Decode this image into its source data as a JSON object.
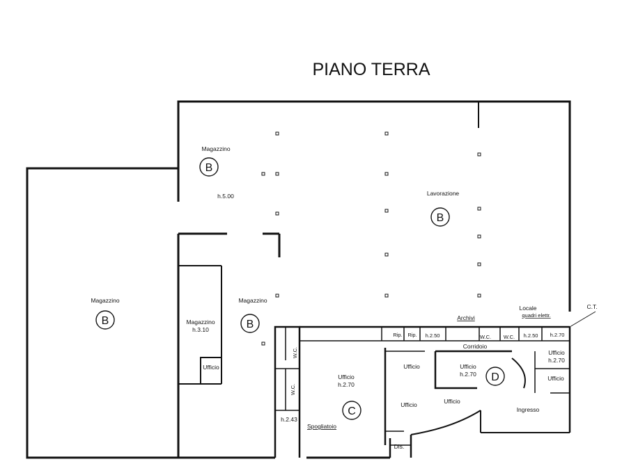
{
  "title": "PIANO TERRA",
  "rooms": {
    "magazzino_top": {
      "name": "Magazzino",
      "height": "h.5.00",
      "zone": "B"
    },
    "lavorazione": {
      "name": "Lavorazione",
      "zone": "B"
    },
    "magazzino_left": {
      "name": "Magazzino",
      "zone": "B"
    },
    "magazzino_mid": {
      "name": "Magazzino",
      "zone": "B"
    },
    "magazzino_small": {
      "name": "Magazzino",
      "height": "h.3.10"
    },
    "ufficio_small_left": {
      "name": "Ufficio"
    },
    "wc_1": {
      "name": "W.C."
    },
    "wc_2": {
      "name": "W.C."
    },
    "spogliatoio": {
      "name": "Spogliatoio",
      "height": "h.2.43"
    },
    "ufficio_c": {
      "name": "Ufficio",
      "height": "h.2.70",
      "zone": "C"
    },
    "ufficio_1": {
      "name": "Ufficio"
    },
    "ufficio_2": {
      "name": "Ufficio"
    },
    "ufficio_3": {
      "name": "Ufficio"
    },
    "ufficio_d": {
      "name": "Ufficio",
      "height": "h.2.70",
      "zone": "D"
    },
    "ufficio_right_1": {
      "name": "Ufficio",
      "height": "h.2.70"
    },
    "ufficio_right_2": {
      "name": "Ufficio"
    },
    "ingresso": {
      "name": "Ingresso"
    },
    "dis": {
      "name": "Dis."
    },
    "corridoio": {
      "name": "Corridoio"
    },
    "archivi": {
      "name": "Archivi",
      "height": "h.2.50"
    },
    "rip_1": {
      "name": "Rip."
    },
    "rip_2": {
      "name": "Rip."
    },
    "wc_3": {
      "name": "W.C."
    },
    "wc_4": {
      "name": "W.C."
    },
    "locale_quadri": {
      "name_line1": "Locale",
      "name_line2": "quadri elettr.",
      "height": "h.2.50"
    },
    "ct": {
      "name": "C.T.",
      "height": "h.2.70"
    }
  }
}
